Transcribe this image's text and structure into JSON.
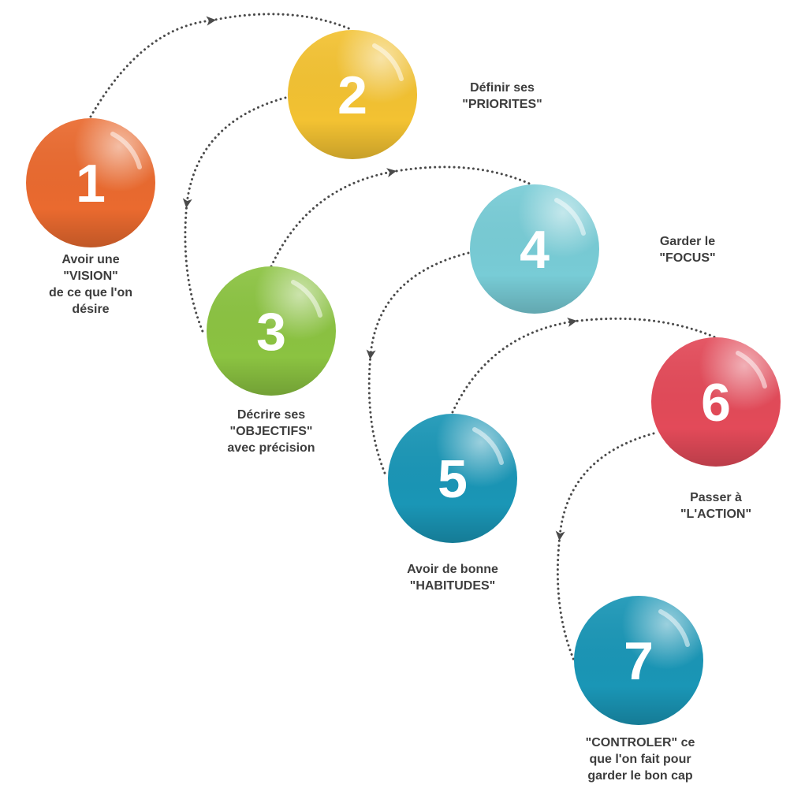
{
  "colors": {
    "arrow": "#4a4a4a",
    "label": "#3d3d3d",
    "number": "#ffffff"
  },
  "steps": [
    {
      "number": "1",
      "color": "#ea6a2f",
      "label_lines": [
        "Avoir une",
        "\"VISION\"",
        "de ce que l'on",
        "désire"
      ]
    },
    {
      "number": "2",
      "color": "#f3c232",
      "label_lines": [
        "Définir ses",
        "\"PRIORITES\""
      ]
    },
    {
      "number": "3",
      "color": "#8bc341",
      "label_lines": [
        "Décrire ses",
        "\"OBJECTIFS\"",
        "avec précision"
      ]
    },
    {
      "number": "4",
      "color": "#78ccd6",
      "label_lines": [
        "Garder le",
        "\"FOCUS\""
      ]
    },
    {
      "number": "5",
      "color": "#1a96b6",
      "label_lines": [
        "Avoir de bonne",
        "\"HABITUDES\""
      ]
    },
    {
      "number": "6",
      "color": "#e34a59",
      "label_lines": [
        "Passer à",
        "\"L'ACTION\""
      ]
    },
    {
      "number": "7",
      "color": "#1a96b6",
      "label_lines": [
        "\"CONTROLER\" ce",
        "que l'on fait pour",
        "garder le bon cap"
      ]
    }
  ]
}
